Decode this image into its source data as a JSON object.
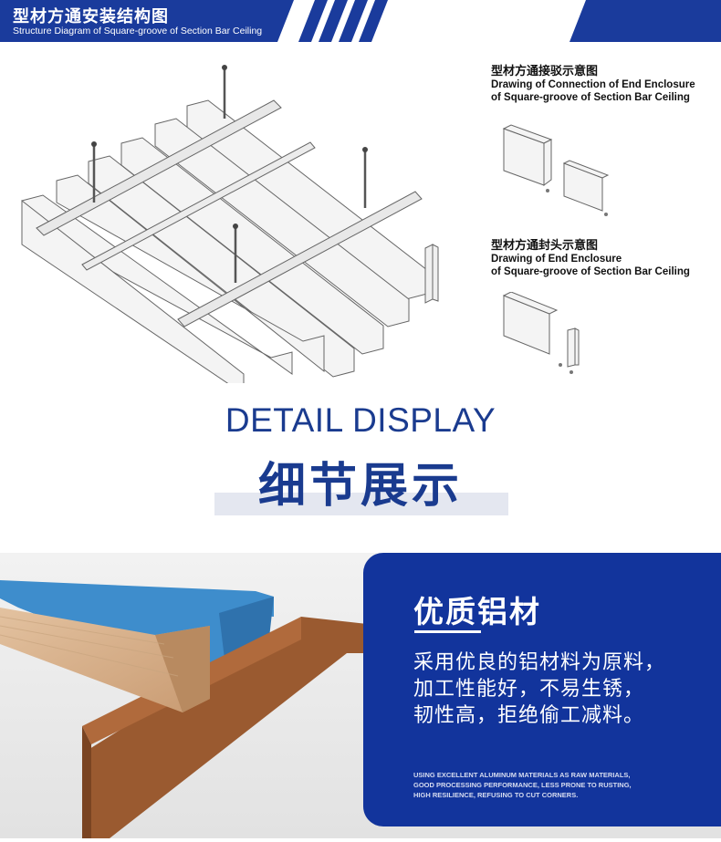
{
  "header": {
    "title": "型材方通安装结构图",
    "subtitle": "Structure Diagram of Square-groove of Section Bar Ceiling",
    "brand_color": "#1a3b9c"
  },
  "captions": [
    {
      "cn": "型材方通接驳示意图",
      "en1": "Drawing of Connection of End Enclosure",
      "en2": "of Square-groove of Section Bar Ceiling"
    },
    {
      "cn": "型材方通封头示意图",
      "en1": "Drawing of End Enclosure",
      "en2": "of Square-groove of Section Bar Ceiling"
    }
  ],
  "detail": {
    "en": "DETAIL DISPLAY",
    "cn": "细节展示"
  },
  "feature": {
    "title": "优质铝材",
    "body": [
      "采用优良的铝材料为原料，",
      "加工性能好，不易生锈，",
      "韧性高，拒绝偷工减料。"
    ],
    "en": [
      "USING EXCELLENT ALUMINUM MATERIALS AS RAW MATERIALS,",
      "GOOD PROCESSING PERFORMANCE, LESS PRONE TO RUSTING,",
      "HIGH RESILIENCE, REFUSING TO CUT CORNERS."
    ]
  }
}
